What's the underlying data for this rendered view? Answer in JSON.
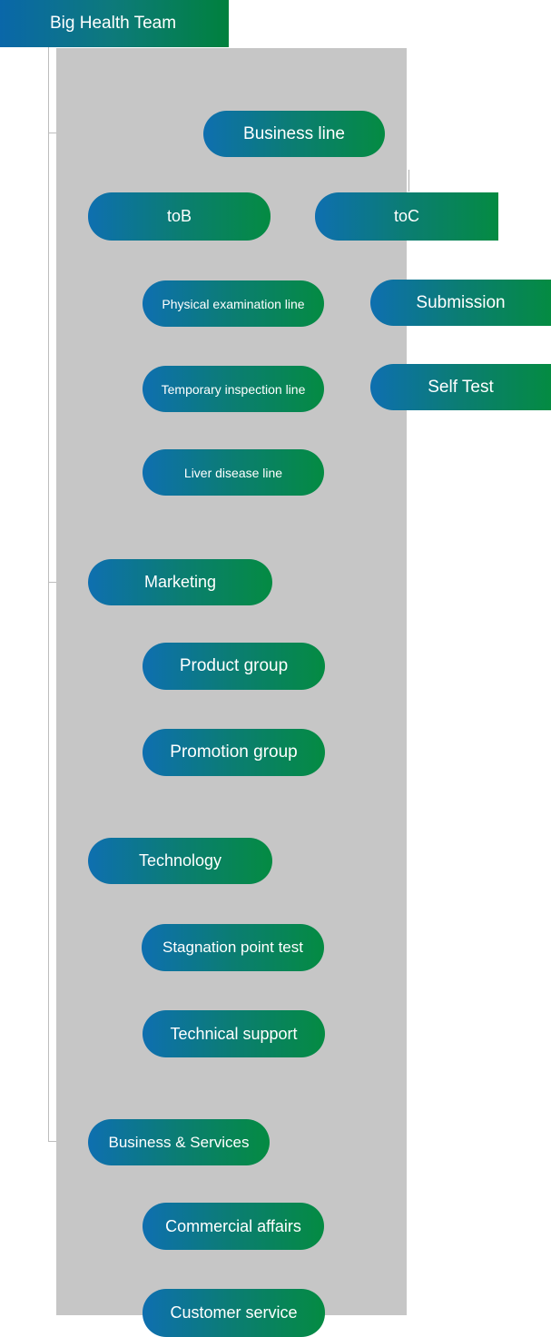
{
  "header": {
    "title": "Big Health Team"
  },
  "colors": {
    "gradient_start": "#0e6fb0",
    "gradient_end": "#048b42",
    "panel_background": "#c6c6c6",
    "connector": "#bdbdbd",
    "text": "#ffffff"
  },
  "nodes": {
    "business_line": {
      "label": "Business line"
    },
    "tob": {
      "label": "toB"
    },
    "toc": {
      "label": "toC"
    },
    "physical": {
      "label": "Physical examination line"
    },
    "submission": {
      "label": "Submission"
    },
    "temporary": {
      "label": "Temporary inspection line"
    },
    "self_test": {
      "label": "Self Test"
    },
    "liver": {
      "label": "Liver disease line"
    },
    "marketing": {
      "label": "Marketing"
    },
    "product": {
      "label": "Product group"
    },
    "promotion": {
      "label": "Promotion group"
    },
    "technology": {
      "label": "Technology"
    },
    "stagnation": {
      "label": "Stagnation point test"
    },
    "technical": {
      "label": "Technical support"
    },
    "business_services": {
      "label": "Business & Services"
    },
    "commercial": {
      "label": "Commercial affairs"
    },
    "customer": {
      "label": "Customer service"
    }
  }
}
